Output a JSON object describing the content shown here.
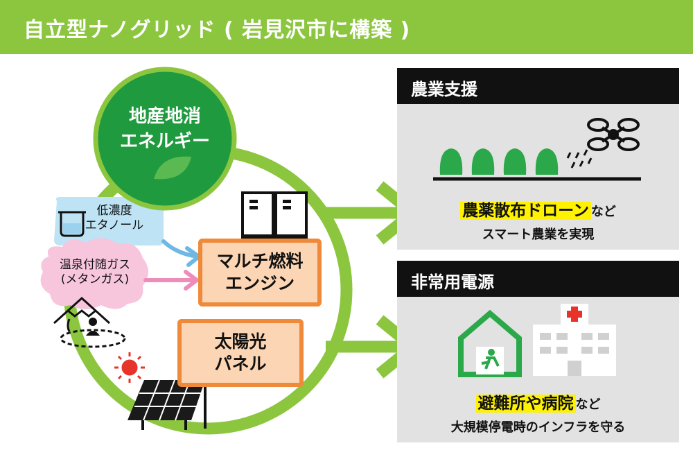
{
  "header": {
    "title": "自立型ナノグリッド ( 岩見沢市に構築 )"
  },
  "badge": {
    "text": "地産地消\nエネルギー"
  },
  "sources": {
    "ethanol": "低濃度\nエタノール",
    "methane": "温泉付随ガス\n(メタンガス)"
  },
  "engine": {
    "label": "マルチ燃料\nエンジン"
  },
  "solar": {
    "label": "太陽光\nパネル"
  },
  "agri": {
    "title": "農業支援",
    "highlight": "農薬散布ドローン",
    "suffix": "など",
    "desc": "スマート農業を実現"
  },
  "emergency": {
    "title": "非常用電源",
    "highlight": "避難所や病院",
    "suffix": "など",
    "desc": "大規模停電時のインフラを守る"
  },
  "colors": {
    "green": "#8cc63f",
    "darkgreen": "#1f9a3e",
    "orange": "#ee8a3a",
    "yellow": "#fff200"
  }
}
